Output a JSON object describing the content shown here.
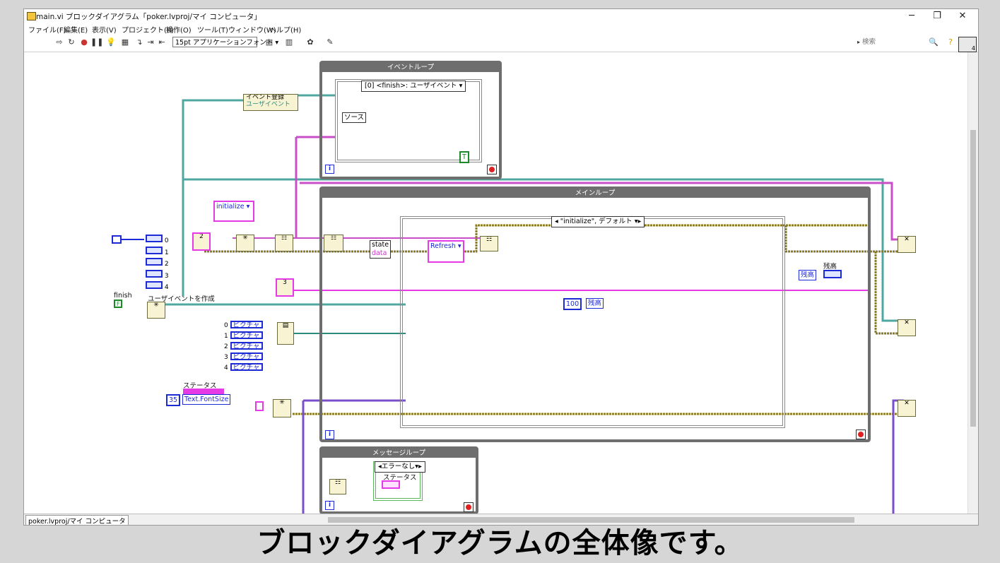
{
  "window": {
    "title": "main.vi ブロックダイアグラム「poker.lvproj/マイ コンピュータ」",
    "minimize": "─",
    "maximize": "❐",
    "close": "✕"
  },
  "menu": [
    "ファイル(F)",
    "編集(E)",
    "表示(V)",
    "プロジェクト(P)",
    "操作(O)",
    "ツール(T)",
    "ウィンドウ(W)",
    "ヘルプ(H)"
  ],
  "toolbar": {
    "font": "15pt アプリケーションフォント",
    "search_placeholder": "検索",
    "context_help_num": "4"
  },
  "diagram": {
    "event_loop": {
      "label": "イベントループ",
      "case_selector": "[0] <finish>: ユーザイベント",
      "source_label": "ソース",
      "bool_const": "T",
      "iter": "i"
    },
    "main_loop": {
      "label": "メインループ",
      "case_selector": "\"initialize\", デフォルト",
      "state_label": "state",
      "data_label": "data",
      "refresh_enum": "Refresh",
      "const_100": "100",
      "zandaka": "残高",
      "zandaka_indicator_label": "残高",
      "zandaka_out": "残高",
      "iter": "i"
    },
    "message_loop": {
      "label": "メッセージループ",
      "case_selector": "エラーなし",
      "status_label": "ステータス",
      "iter": "i"
    },
    "register_event": "イベント登録",
    "user_event": "ユーザイベント",
    "initialize_enum": "initialize",
    "create_user_event": "ユーザイベントを作成",
    "finish_label": "finish",
    "finish_const": "F",
    "status_label": "ステータス",
    "font_size_const": "35",
    "font_size_prop": "Text.FontSize",
    "picture_indices": [
      "0",
      "1",
      "2",
      "3",
      "4"
    ],
    "picture_label": "ピクチャ",
    "bool_indices": [
      "0",
      "1",
      "2",
      "3",
      "4"
    ],
    "queue_num_2": "2",
    "queue_num_3": "3"
  },
  "statusbar": {
    "context": "poker.lvproj/マイ コンピュータ"
  },
  "caption": "ブロックダイアグラムの全体像です。"
}
